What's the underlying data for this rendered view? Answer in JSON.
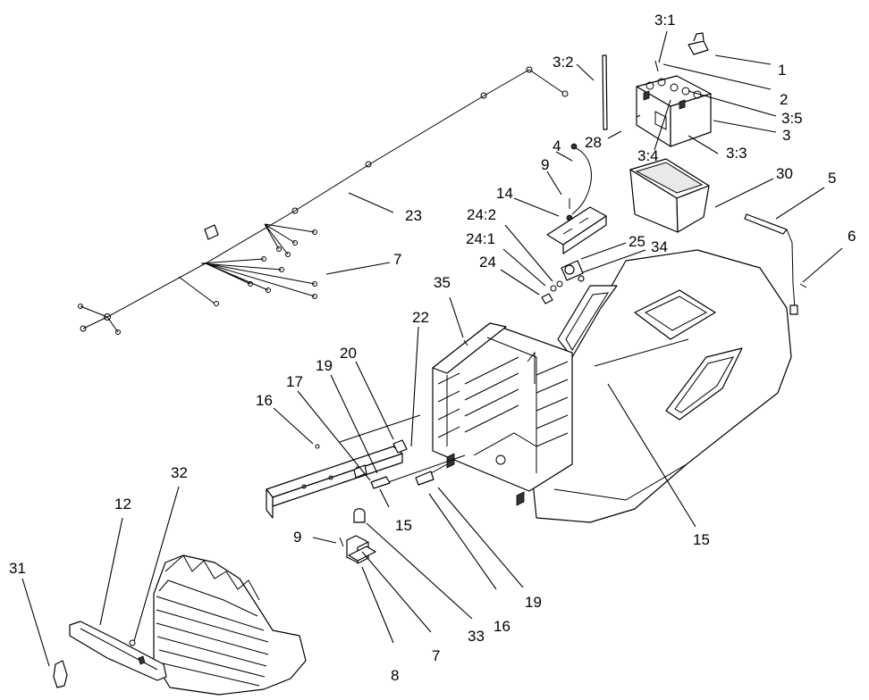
{
  "callouts": [
    {
      "id": "c-3-1",
      "text": "3:1"
    },
    {
      "id": "c-1",
      "text": "1"
    },
    {
      "id": "c-3-2",
      "text": "3:2"
    },
    {
      "id": "c-2",
      "text": "2"
    },
    {
      "id": "c-3-5",
      "text": "3:5"
    },
    {
      "id": "c-3",
      "text": "3"
    },
    {
      "id": "c-28",
      "text": "28"
    },
    {
      "id": "c-4",
      "text": "4"
    },
    {
      "id": "c-3-4",
      "text": "3:4"
    },
    {
      "id": "c-3-3",
      "text": "3:3"
    },
    {
      "id": "c-9a",
      "text": "9"
    },
    {
      "id": "c-30",
      "text": "30"
    },
    {
      "id": "c-5",
      "text": "5"
    },
    {
      "id": "c-14",
      "text": "14"
    },
    {
      "id": "c-23",
      "text": "23"
    },
    {
      "id": "c-24-2",
      "text": "24:2"
    },
    {
      "id": "c-6",
      "text": "6"
    },
    {
      "id": "c-24-1",
      "text": "24:1"
    },
    {
      "id": "c-25",
      "text": "25"
    },
    {
      "id": "c-34",
      "text": "34"
    },
    {
      "id": "c-7a",
      "text": "7"
    },
    {
      "id": "c-24",
      "text": "24"
    },
    {
      "id": "c-35",
      "text": "35"
    },
    {
      "id": "c-22",
      "text": "22"
    },
    {
      "id": "c-20",
      "text": "20"
    },
    {
      "id": "c-19a",
      "text": "19"
    },
    {
      "id": "c-17",
      "text": "17"
    },
    {
      "id": "c-16a",
      "text": "16"
    },
    {
      "id": "c-32",
      "text": "32"
    },
    {
      "id": "c-12",
      "text": "12"
    },
    {
      "id": "c-15a",
      "text": "15"
    },
    {
      "id": "c-15b",
      "text": "15"
    },
    {
      "id": "c-9b",
      "text": "9"
    },
    {
      "id": "c-31",
      "text": "31"
    },
    {
      "id": "c-19b",
      "text": "19"
    },
    {
      "id": "c-16b",
      "text": "16"
    },
    {
      "id": "c-33",
      "text": "33"
    },
    {
      "id": "c-8",
      "text": "8"
    },
    {
      "id": "c-7b",
      "text": "7"
    }
  ]
}
